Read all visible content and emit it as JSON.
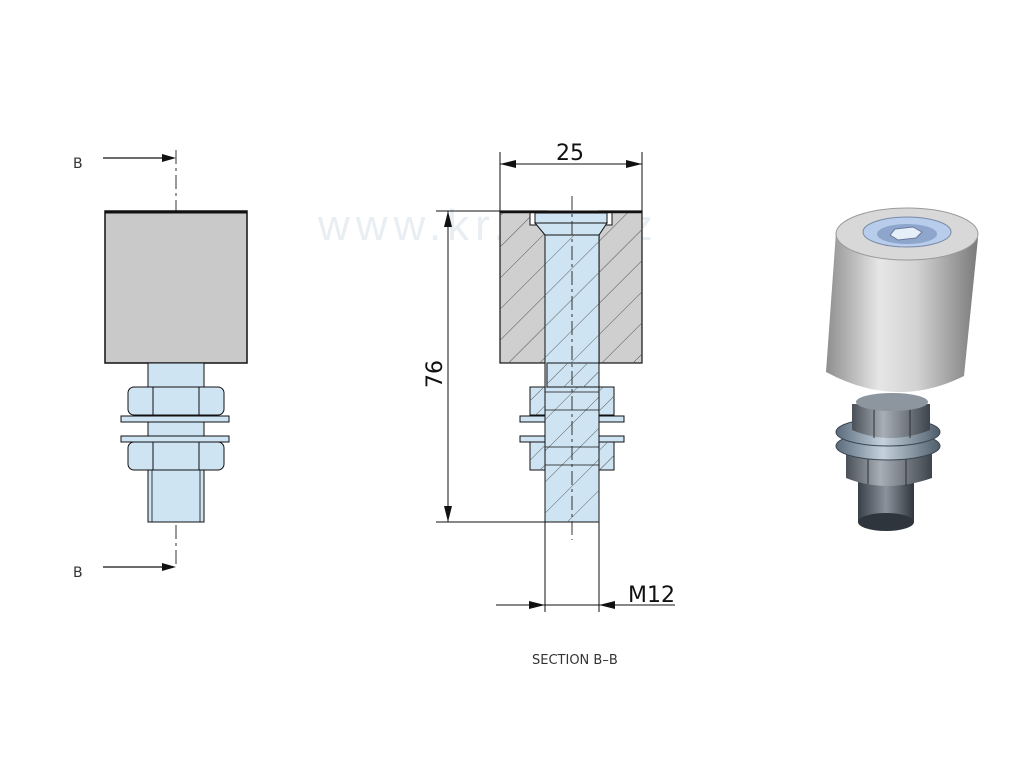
{
  "views": {
    "front": {
      "section_label_top": "B",
      "section_label_bottom": "B"
    },
    "section": {
      "width_dimension": "25",
      "height_dimension": "76",
      "thread_label": "M12",
      "caption": "SECTION B–B",
      "watermark": "www.kr......cz"
    },
    "render_3d": {
      "description_icon": "leveling-foot-3d-render"
    }
  },
  "colors": {
    "body_gray": "#c9c9c9",
    "nut_blue": "#cfe4f2",
    "line": "#1a1a1a"
  }
}
